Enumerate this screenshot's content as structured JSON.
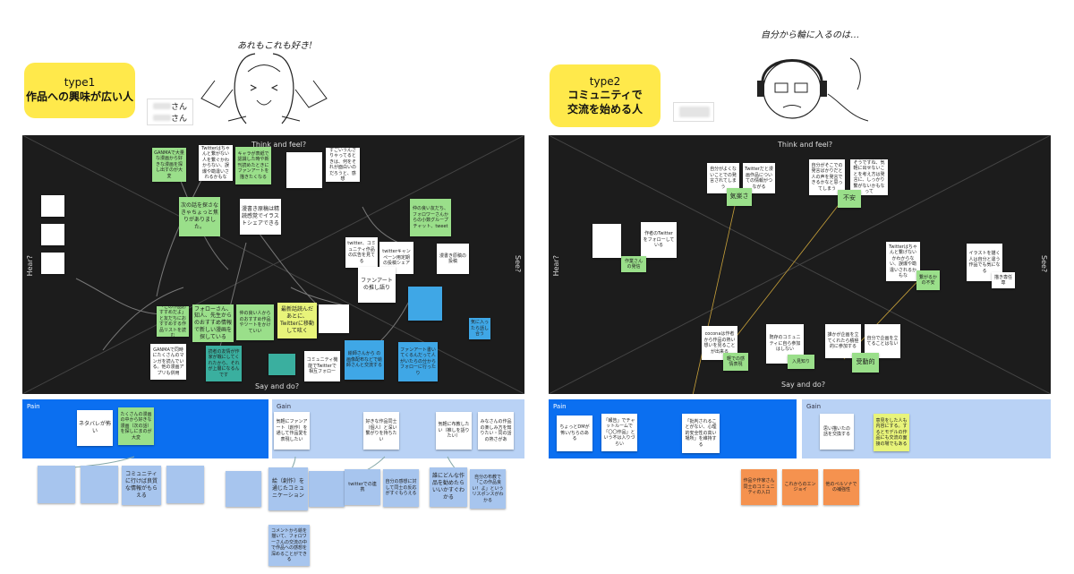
{
  "left": {
    "tag": {
      "line1": "type1",
      "line2": "作品への興味が広い人"
    },
    "names": [
      "さん",
      "さん"
    ],
    "handwriting": "あれもこれも好き!",
    "board": {
      "top": "Think and feel?",
      "bottom": "Say and do?",
      "left": "Hear?",
      "right": "See?"
    },
    "pain": {
      "label": "Pain"
    },
    "gain": {
      "label": "Gain"
    },
    "notes": {
      "n1": "GANMAで大量な漫画から好きな漫画を探し出すのが大変",
      "n2": "Twitterはちゃんと繋がない人を繋ぐかわからない、誤爆や勘違いされるかもな",
      "n3": "キャラが表紙で認識した時や新刊読めたときにファンアートを描きたくなる",
      "n4": "",
      "n5": "すごいうんざりゃってるときは、何をそれが面白いのだろうと、感想",
      "n6": "次の話を探さなきゃちょっと焦りがありました。",
      "n7": "漫書き原稿は精読感覚でイラストシェアできる",
      "n8": "仲の良い友だち、フォロワーさんからの小数グループチャット、tweet",
      "n9": "twitter、コミュニティ作品の広告を見てる",
      "n10": "twitterキャンペーン用定期の投稿シェア",
      "n11": "漫書き原稿の投稿",
      "n12": "ファンアートの推し語り",
      "n13": "",
      "n14": "",
      "n15": "",
      "n16": "「この作品おすすめだよ」と友だちにおすすめする作品リストを読む",
      "n17": "フォローさん、知人、先生からのおすすめ情報で新しい漫画を探している",
      "n18": "仲の良い人からのおすすめ作品やツートをかけていい",
      "n19": "最新話読んだあとに、Twitterに移動して呟く",
      "n20": "",
      "n21": "",
      "n22": "GANMAで同時にたくさんのマンガを読んでいる。他の漫画アプリも併用",
      "n23": "読者の友情が作家が戦にしてくれたから、それが上層になるんです",
      "n24": "",
      "n25": "コミュニティ機能でTwitterで相互フォロー",
      "n26": "絵師さんから の画像配布などで絵師さんと交流する",
      "n27": "ファンアート書いてくるんだって人がいたらの分からフォローに行ったり",
      "n28": "気に入ったら話し合う",
      "n29": "ネタバレが怖い",
      "n30": "たくさんの漫画の中から好きな漫画（次の話）を探しにまのが大変",
      "n31": "気軽にファンアート（創作）を通して作品愛を表現したい",
      "n32": "好きな作品同士（個人）と深い繋がりを持ちたい",
      "n33": "気軽に布教したい（推しを語りたい）",
      "n34": "みなさんの作品の楽しみ方を知りたい・同の話の熱さがあ",
      "n35": "",
      "n36": "",
      "n37": "コミュニティに行けば良質な情報がもらえる",
      "n38": "",
      "n39": "",
      "n40": "",
      "n41": "絵（創作）を通じたコミュニケーション",
      "n42": "twitterでの連携",
      "n43": "自分の感想に対して同士の反応がすぐもらえる",
      "n44": "誰にどんな作品を勧めたらいいかすぐわかる",
      "n45": "自分の布教で「この作品良い！よ」というリスポンスがわかる",
      "n46": "コメントから絵を描いて、フォロワーさんの交流の中で作品への感想を深めることができる"
    }
  },
  "right": {
    "tag": {
      "line1": "type2",
      "line2": "コミュニティで",
      "line3": "交流を始める人"
    },
    "handwriting": "自分から輪に入るのは…",
    "board": {
      "top": "Think and feel?",
      "bottom": "Say and do?",
      "left": "Hear?",
      "right": "See?"
    },
    "pain": {
      "label": "Pain"
    },
    "gain": {
      "label": "Gain"
    },
    "notes": {
      "r1": "自分がよくないことでの発言されてしまう",
      "r2": "Twitterだと漫画作品についての情報がつながる",
      "r3": "気楽さ",
      "r4": "自分がそこでの発言ばかりだと 人の声を発言できるかなと思ってしまう",
      "r5": "そうですね、気軽に出せないことを考え方は発言に、しっかり繋がないかもなって",
      "r6": "不安",
      "r7": "作者のTwitterをフォローしている",
      "r8": "作業さんの発信",
      "r9": "",
      "r10": "Twitterはちゃんと繋げないかわからない、誤爆や勘違いされるかもな",
      "r11": "繋がるかの不安",
      "r12": "イラストを描く人は自分と違う作品でも気になる",
      "r13": "描き専任専",
      "r14": "coconaは作者から作品の熱い想いを見ることが出来る",
      "r15": "既存のコミュニティに自ら参加はしない",
      "r16": "軽での感情表現",
      "r17": "入見知り",
      "r18": "誰かが企画を立てくれたら積極的に参加する",
      "r19": "自分で企画を立てることはない",
      "r20": "受動的",
      "r21": "ちょっとDMが怖い/ちらのある",
      "r22": "「報告」でチャットルームで「〇〇作品」という不は入りづらい",
      "r23": "「批判されることがない、心理的安全性の高い場所」を維持する",
      "r24": "思い描いたの話を交換する",
      "r25": "意見をした人も内容にする。するとモデルの作品にも交流の面接の場でもある",
      "r26": "作品や作家さん同士のコミュニティの入口",
      "r27": "これからのエンジョイ",
      "r28": "他のペルソナでの補強性"
    }
  },
  "colors": {
    "board": "#1c1c1c",
    "pain": "#0b6ff0",
    "gain": "#b9d2f5",
    "tag": "#ffe94b",
    "note_green": "#9adf8a",
    "note_yellow": "#e8f47a",
    "note_blue": "#3fa7e6",
    "note_teal": "#3aaf9f",
    "note_orange": "#f5924f"
  }
}
